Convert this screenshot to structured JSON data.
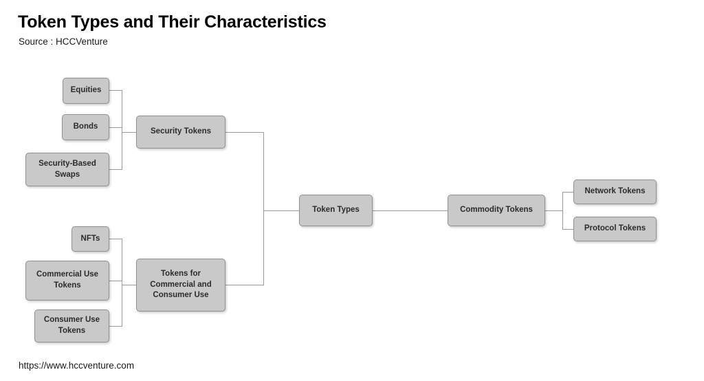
{
  "header": {
    "title": "Token Types and Their Characteristics",
    "source": "Source : HCCVenture"
  },
  "footer": {
    "url": "https://www.hccventure.com"
  },
  "colors": {
    "background": "#ffffff",
    "node_fill": "#c9c9c9",
    "node_border": "#8f8f8f",
    "node_text": "#2b2b2b",
    "connector": "#9a9a9a",
    "title_text": "#000000"
  },
  "diagram": {
    "type": "tree",
    "root": "Token Types",
    "nodes": {
      "token_types": "Token Types",
      "security_tokens": "Security Tokens",
      "equities": "Equities",
      "bonds": "Bonds",
      "security_based_swaps": "Security-Based\nSwaps",
      "commercial_consumer": "Tokens for\nCommercial and\nConsumer Use",
      "nfts": "NFTs",
      "commercial_use_tokens": "Commercial Use\nTokens",
      "consumer_use_tokens": "Consumer Use\nTokens",
      "commodity_tokens": "Commodity Tokens",
      "network_tokens": "Network Tokens",
      "protocol_tokens": "Protocol Tokens"
    },
    "edges": [
      {
        "from": "token_types",
        "to": "security_tokens"
      },
      {
        "from": "token_types",
        "to": "commercial_consumer"
      },
      {
        "from": "token_types",
        "to": "commodity_tokens"
      },
      {
        "from": "security_tokens",
        "to": "equities"
      },
      {
        "from": "security_tokens",
        "to": "bonds"
      },
      {
        "from": "security_tokens",
        "to": "security_based_swaps"
      },
      {
        "from": "commercial_consumer",
        "to": "nfts"
      },
      {
        "from": "commercial_consumer",
        "to": "commercial_use_tokens"
      },
      {
        "from": "commercial_consumer",
        "to": "consumer_use_tokens"
      },
      {
        "from": "commodity_tokens",
        "to": "network_tokens"
      },
      {
        "from": "commodity_tokens",
        "to": "protocol_tokens"
      }
    ]
  }
}
